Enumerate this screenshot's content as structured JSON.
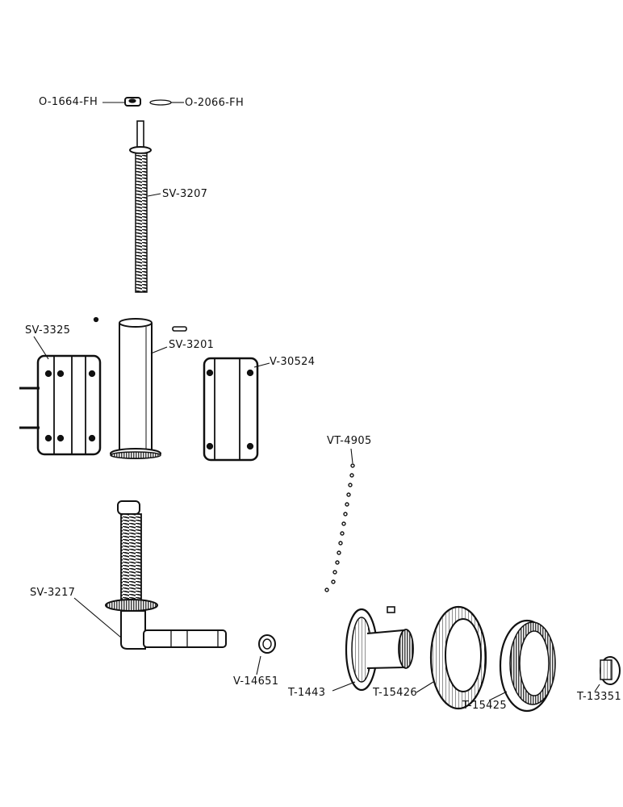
{
  "diagram": {
    "parts": [
      {
        "id": "nut",
        "label": "O-1664-FH"
      },
      {
        "id": "pin",
        "label": "O-2066-FH"
      },
      {
        "id": "screw",
        "label": "SV-3207"
      },
      {
        "id": "bracket-left",
        "label": "SV-3325"
      },
      {
        "id": "tube",
        "label": "SV-3201"
      },
      {
        "id": "bracket-right",
        "label": "V-30524"
      },
      {
        "id": "rollers",
        "label": "VT-4905"
      },
      {
        "id": "spindle",
        "label": "SV-3217"
      },
      {
        "id": "seal",
        "label": "V-14651"
      },
      {
        "id": "hub",
        "label": "T-1443"
      },
      {
        "id": "gear-outer",
        "label": "T-15426"
      },
      {
        "id": "gear-inner",
        "label": "T-15425"
      },
      {
        "id": "cap",
        "label": "T-13351"
      }
    ]
  },
  "colors": {
    "ink": "#111111",
    "paper": "#ffffff"
  }
}
